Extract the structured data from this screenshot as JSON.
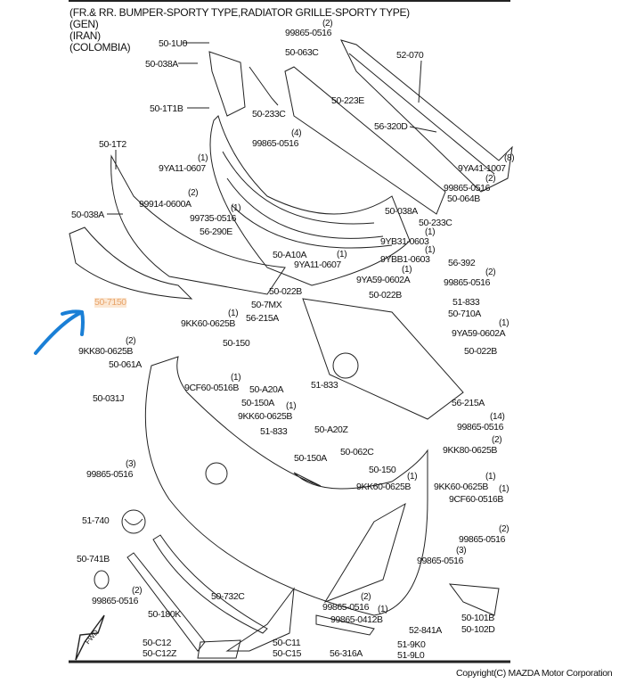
{
  "header": {
    "title_lines": [
      "(FR.& RR. BUMPER-SPORTY TYPE,RADIATOR GRILLE-SPORTY TYPE)",
      "(GEN)",
      "(IRAN)",
      "(COLOMBIA)"
    ]
  },
  "labels": [
    "99865-0516",
    "50-1U0",
    "50-063C",
    "50-038A",
    "52-070",
    "50-1T1B",
    "50-233C",
    "50-223E",
    "56-320D",
    "99865-0516",
    "50-1T2",
    "9YA11-0607",
    "9YA41-1007",
    "99865-0516",
    "50-064B",
    "99914-0600A",
    "50-038A",
    "50-038A",
    "99735-0516",
    "50-233C",
    "56-290E",
    "9YB31-0603",
    "50-A10A",
    "9YBB1-0603",
    "9YA11-0607",
    "56-392",
    "99865-0516",
    "9YA59-0602A",
    "50-022B",
    "50-022B",
    "50-7150",
    "50-7MX",
    "51-833",
    "9KK60-0625B",
    "56-215A",
    "50-710A",
    "9YA59-0602A",
    "50-150",
    "9KK80-0625B",
    "50-022B",
    "50-061A",
    "9CF60-0516B",
    "50-A20A",
    "51-833",
    "50-031J",
    "50-150A",
    "9KK60-0625B",
    "56-215A",
    "99865-0516",
    "51-833",
    "50-A20Z",
    "9KK80-0625B",
    "50-062C",
    "50-150A",
    "99865-0516",
    "50-150",
    "9KK60-0625B",
    "9KK60-0625B",
    "9CF60-0516B",
    "51-740",
    "99865-0516",
    "99865-0516",
    "50-741B",
    "99865-0516",
    "50-732C",
    "99865-0516",
    "50-180K",
    "99865-0412B",
    "52-841A",
    "50-101B",
    "50-102D",
    "50-C12",
    "50-C12Z",
    "50-C11",
    "50-C15",
    "51-9K0",
    "51-9L0",
    "56-316A"
  ],
  "quantities": [
    "(2)",
    "(4)",
    "(1)",
    "(8)",
    "(2)",
    "(2)",
    "(1)",
    "(1)",
    "(1)",
    "(1)",
    "(2)",
    "(1)",
    "(1)",
    "(1)",
    "(1)",
    "(2)",
    "(1)",
    "(1)",
    "(14)",
    "(2)",
    "(3)",
    "(1)",
    "(1)",
    "(1)",
    "(2)",
    "(3)",
    "(2)",
    "(2)",
    "(1)"
  ],
  "fwd_badge": "FWD",
  "highlight_color": "#e8a46a",
  "annotation_color": "#1a7fd6",
  "footer": {
    "copyright": "Copyright(C) MAZDA Motor Corporation"
  }
}
